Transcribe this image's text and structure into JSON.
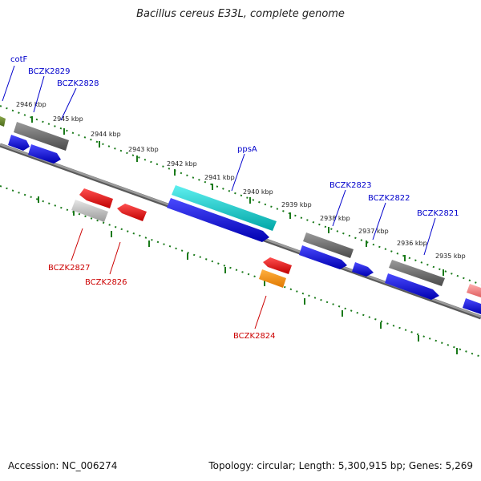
{
  "title": "Bacillus cereus E33L, complete genome",
  "footer": {
    "accession": "Accession: NC_006274",
    "summary": "Topology: circular; Length: 5,300,915 bp; Genes: 5,269"
  },
  "colors": {
    "backbone": "#808080",
    "tick": "#1a7a1a",
    "forward_label": "#0000cc",
    "reverse_label": "#cc0000"
  },
  "kbp_labels": [
    "2946 kbp",
    "2945 kbp",
    "2944 kbp",
    "2943 kbp",
    "2942 kbp",
    "2941 kbp",
    "2940 kbp",
    "2939 kbp",
    "2938 kbp",
    "2937 kbp",
    "2936 kbp",
    "2935 kbp"
  ],
  "gene_labels_forward": [
    "cotF",
    "BCZK2829",
    "BCZK2828",
    "ppsA",
    "BCZK2823",
    "BCZK2822",
    "BCZK2821"
  ],
  "gene_labels_reverse": [
    "BCZK2827",
    "BCZK2826",
    "BCZK2824"
  ]
}
